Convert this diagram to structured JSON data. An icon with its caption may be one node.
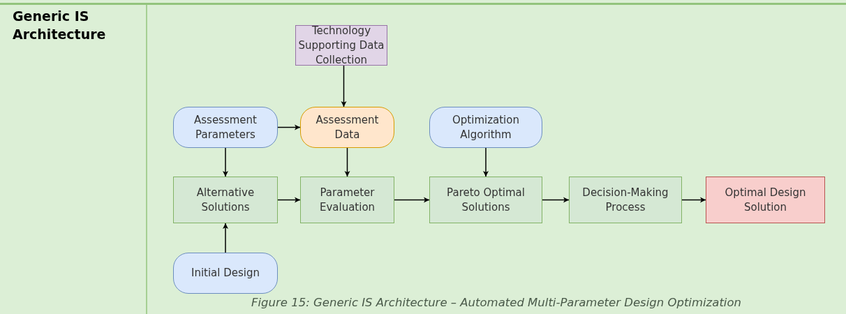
{
  "diagram": {
    "caption": "Figure 15: Generic IS Architecture – Automated Multi-Parameter Design Optimization",
    "nodes": [
      {
        "text": [
          "Technology Supporting Data Collection"
        ]
      },
      {
        "text": [
          "Assessment Parameters"
        ]
      },
      {
        "text": [
          "Assessment Data"
        ]
      },
      {
        "text": [
          "Optimization Algorithm"
        ]
      },
      {
        "text": [
          "Alternative Solutions"
        ]
      },
      {
        "text": [
          "Parameter Evaluation"
        ]
      },
      {
        "text": [
          "Pareto Optimal Solutions"
        ]
      },
      {
        "text": [
          "Decision-Making Process"
        ]
      },
      {
        "text": [
          "Optimal Design Solution"
        ]
      },
      {
        "text": [
          "Initial Design"
        ]
      }
    ],
    "edges": [
      {
        "from": 0,
        "to": 2,
        "arrow": "to"
      },
      {
        "from": 1,
        "to": 2,
        "arrow": "to"
      },
      {
        "from": 1,
        "to": 4,
        "arrow": "to"
      },
      {
        "from": 2,
        "to": 5,
        "arrow": "to"
      },
      {
        "from": 3,
        "to": 6,
        "arrow": "to"
      },
      {
        "from": 9,
        "to": 4,
        "arrow": "to"
      },
      {
        "from": 4,
        "to": 5,
        "arrow": "to"
      },
      {
        "from": 5,
        "to": 6,
        "arrow": "to"
      },
      {
        "from": 6,
        "to": 7,
        "arrow": "to"
      },
      {
        "from": 7,
        "to": 8,
        "arrow": "to"
      }
    ],
    "labels": [
      "Generic IS Architecture"
    ]
  }
}
